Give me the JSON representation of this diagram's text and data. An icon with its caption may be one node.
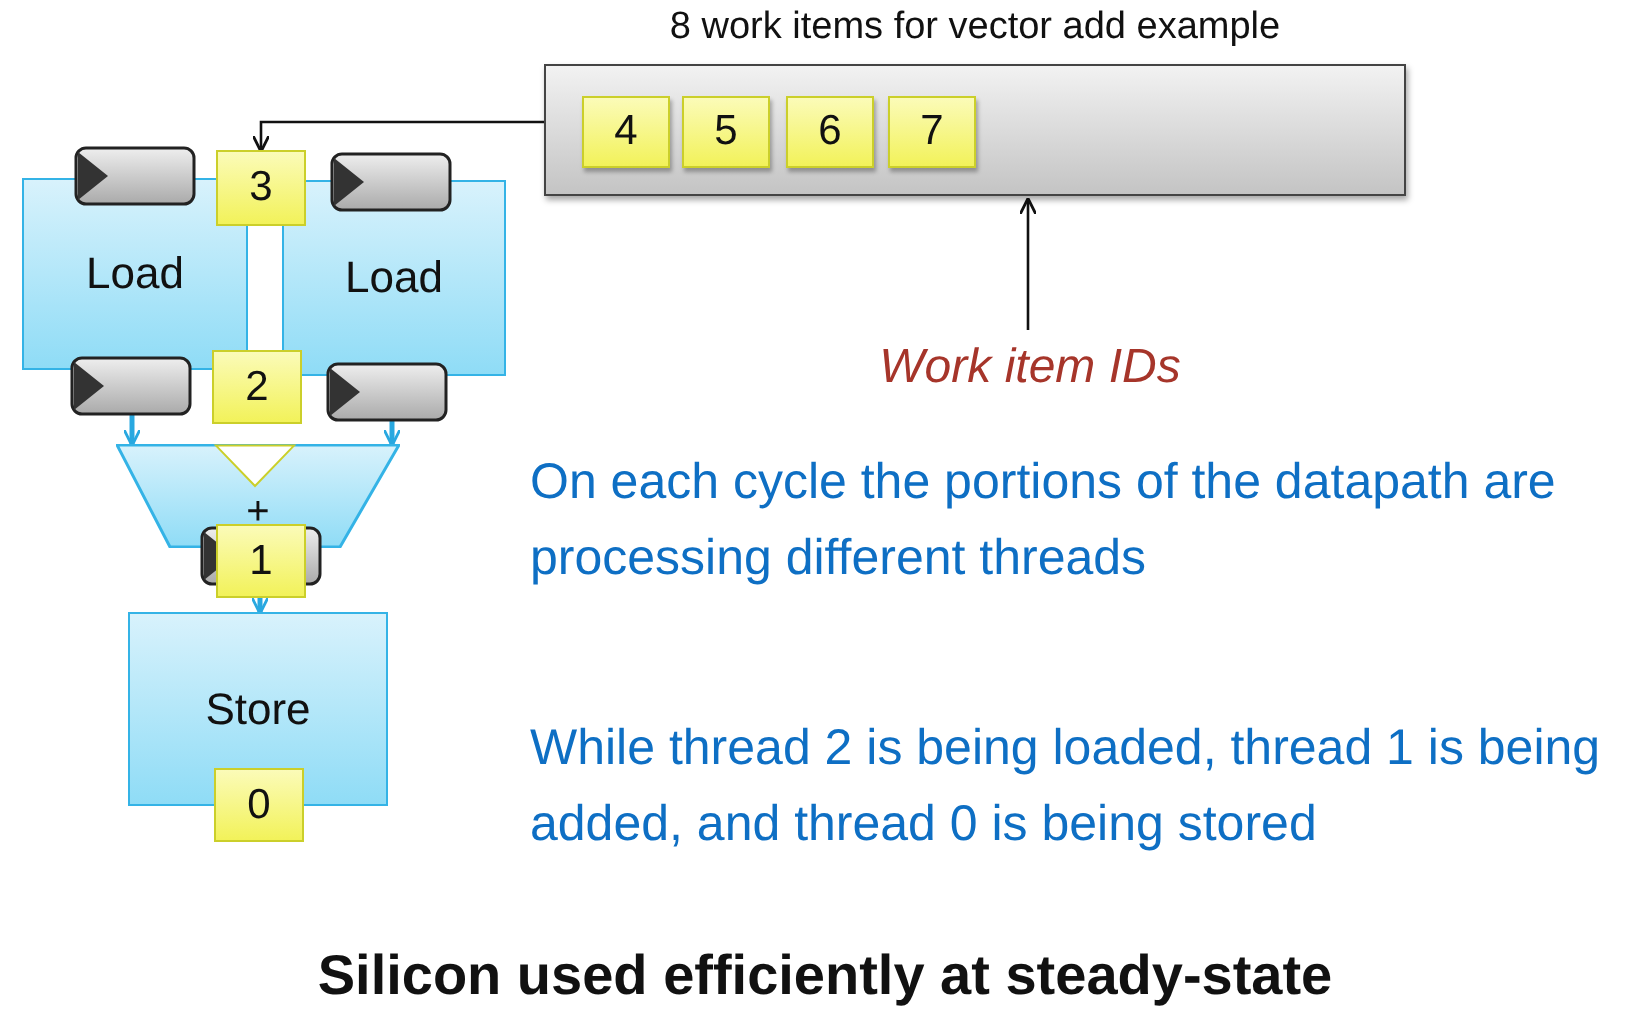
{
  "diagram": {
    "caption": "Silicon used efficiently at steady-state",
    "nodes": [
      {
        "text": [
          "8 work items for vector add example"
        ]
      },
      {
        "text": [
          "4"
        ],
        "in": 0
      },
      {
        "text": [
          "5"
        ],
        "in": 0
      },
      {
        "text": [
          "6"
        ],
        "in": 0
      },
      {
        "text": [
          "7"
        ],
        "in": 0
      },
      {
        "text": [
          "Load"
        ]
      },
      {
        "text": [
          "Load"
        ]
      },
      {
        "text": [
          "+"
        ]
      },
      {
        "text": [
          "Store"
        ]
      },
      {
        "text": [
          "3"
        ]
      },
      {
        "text": [
          "2"
        ]
      },
      {
        "text": [
          "1"
        ]
      },
      {
        "text": [
          "0"
        ]
      },
      {
        "text": [
          "Work item IDs"
        ]
      }
    ],
    "edges": [
      {
        "from": 0,
        "to": 9,
        "arrow": "to",
        "color": "#111111"
      },
      {
        "from": 13,
        "to": 0,
        "arrow": "to",
        "color": "#111111"
      },
      {
        "from": 5,
        "to": 7,
        "arrow": "to"
      },
      {
        "from": 6,
        "to": 7,
        "arrow": "to"
      },
      {
        "from": 11,
        "to": 8,
        "arrow": "to"
      }
    ],
    "labels": [
      "On each cycle the portions of the datapath are processing different threads",
      "While thread 2 is being loaded, thread 1 is being added, and thread 0 is being stored"
    ]
  }
}
